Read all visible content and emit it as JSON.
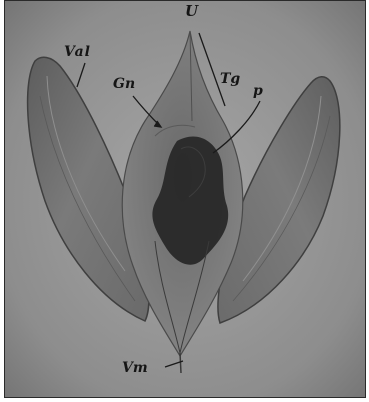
{
  "labels": {
    "u": "U",
    "val": "Val",
    "gn": "Gn",
    "tg": "Tg",
    "p": "p",
    "vm": "Vm"
  }
}
